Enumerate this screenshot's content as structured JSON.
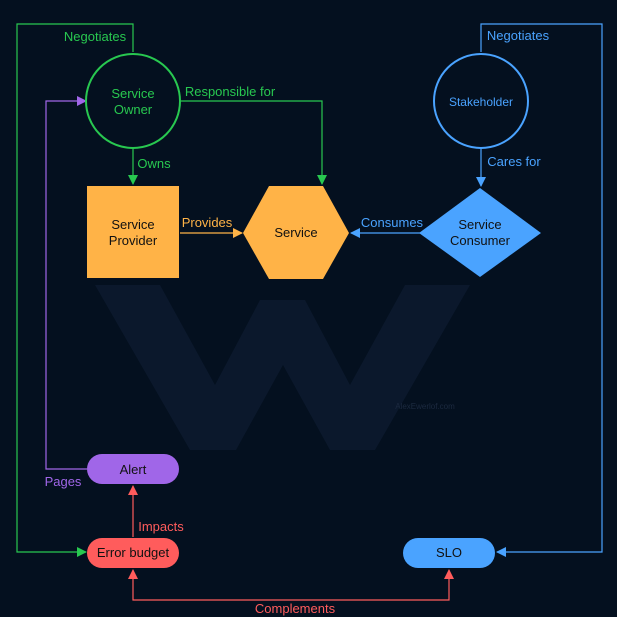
{
  "colors": {
    "background": "#04101f",
    "green": "#28c850",
    "blue": "#4aa3ff",
    "orange": "#ffb347",
    "purple": "#a066e8",
    "red": "#ff5c5c",
    "watermark": "#0c1a2e"
  },
  "nodes": {
    "service_owner": {
      "line1": "Service",
      "line2": "Owner"
    },
    "stakeholder": {
      "label": "Stakeholder"
    },
    "service_provider": {
      "line1": "Service",
      "line2": "Provider"
    },
    "service": {
      "label": "Service"
    },
    "service_consumer": {
      "line1": "Service",
      "line2": "Consumer"
    },
    "alert": {
      "label": "Alert"
    },
    "error_budget": {
      "label": "Error budget"
    },
    "slo": {
      "label": "SLO"
    }
  },
  "edges": {
    "negotiates_left": "Negotiates",
    "negotiates_right": "Negotiates",
    "responsible_for": "Responsible for",
    "owns": "Owns",
    "cares_for": "Cares for",
    "provides": "Provides",
    "consumes": "Consumes",
    "pages": "Pages",
    "impacts": "Impacts",
    "complements": "Complements"
  },
  "watermark": {
    "text": "AlexEwerlof.com"
  }
}
